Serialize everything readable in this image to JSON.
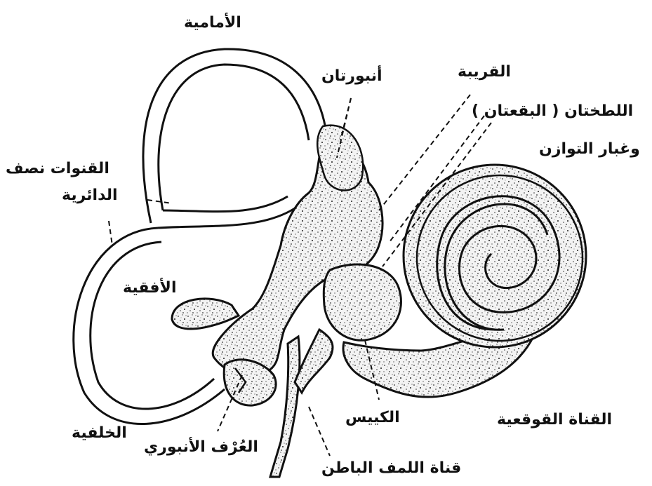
{
  "labels": {
    "anterior": "الأمامية",
    "ampullae": "أنبورتان",
    "utricle": "القريبة",
    "maculae": "اللطختان ( البقعتان )",
    "otoliths": "وغبار التوازن",
    "semicircular_canals_line1": "القنوات نصف",
    "semicircular_canals_line2": "الدائرية",
    "lateral": "الأفقية",
    "posterior": "الخلفية",
    "crista": "العُرْف الأنبوري",
    "endolymph_duct": "قناة اللمف الباطن",
    "saccule": "الكييس",
    "cochlear_duct": "القناة القوقعية"
  }
}
